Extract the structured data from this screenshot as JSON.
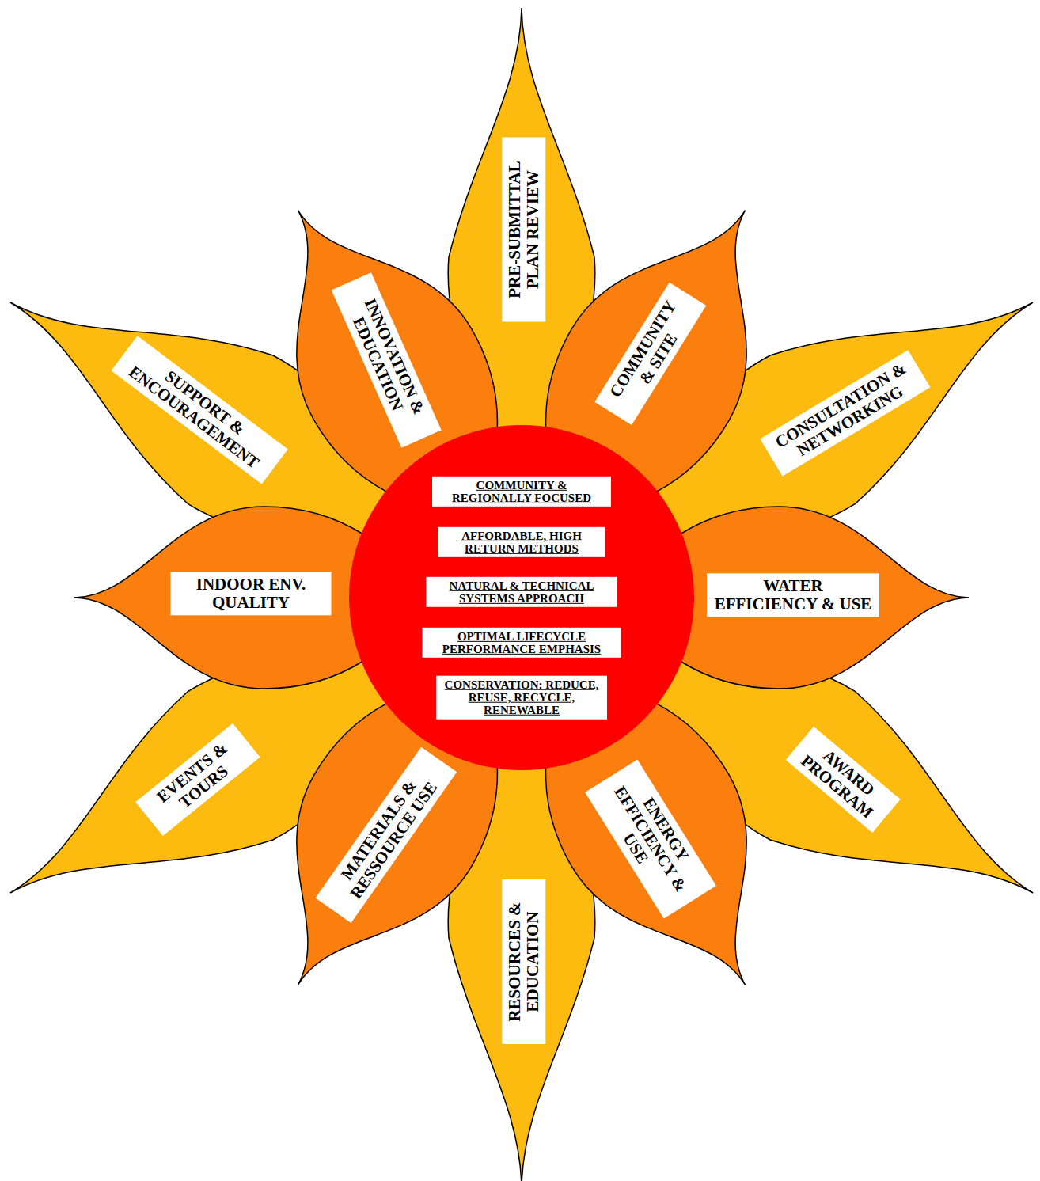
{
  "diagram": {
    "nodes": [
      {
        "text": [
          "PRE-SUBMITTAL PLAN REVIEW"
        ]
      },
      {
        "text": [
          "INNOVATION & EDUCATION"
        ]
      },
      {
        "text": [
          "COMMUNITY & SITE"
        ]
      },
      {
        "text": [
          "SUPPORT & ENCOURAGEMENT"
        ]
      },
      {
        "text": [
          "CONSULTATION & NETWORKING"
        ]
      },
      {
        "text": [
          "INDOOR ENV. QUALITY"
        ]
      },
      {
        "text": [
          "COMMUNITY & REGIONALLY FOCUSED"
        ]
      },
      {
        "text": [
          "AFFORDABLE, HIGH RETURN METHODS"
        ]
      },
      {
        "text": [
          "NATURAL & TECHNICAL SYSTEMS APPROACH"
        ]
      },
      {
        "text": [
          "OPTIMAL LIFECYCLE PERFORMANCE EMPHASIS"
        ]
      },
      {
        "text": [
          "CONSERVATION: REDUCE, REUSE, RECYCLE, RENEWABLE"
        ]
      },
      {
        "text": [
          "WATER EFFICIENCY & USE"
        ]
      },
      {
        "text": [
          "EVENTS & TOURS"
        ]
      },
      {
        "text": [
          "AWARD PROGRAM"
        ]
      },
      {
        "text": [
          "MATERIALS & RESSOURCE USE"
        ]
      },
      {
        "text": [
          "ENERGY EFFICIENCY & USE"
        ]
      },
      {
        "text": [
          "RESOURCES & EDUCATION"
        ]
      }
    ]
  }
}
